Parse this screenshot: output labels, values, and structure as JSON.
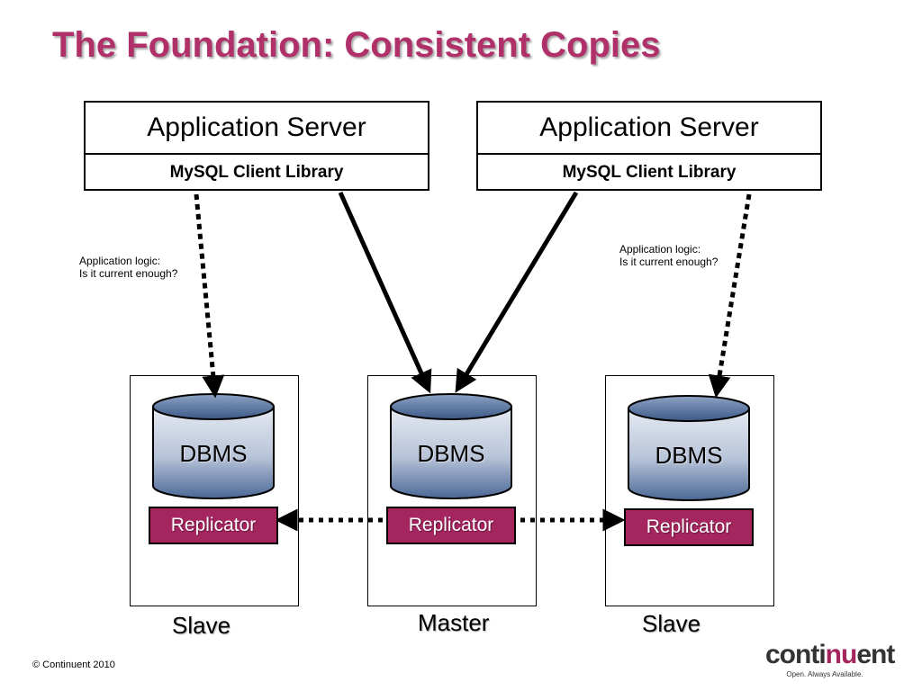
{
  "title": "The Foundation: Consistent Copies",
  "app_servers": [
    {
      "title": "Application Server",
      "library": "MySQL Client Library"
    },
    {
      "title": "Application Server",
      "library": "MySQL Client Library"
    }
  ],
  "notes": [
    {
      "line1": "Application logic:",
      "line2": "Is it current enough?"
    },
    {
      "line1": "Application logic:",
      "line2": "Is it current enough?"
    }
  ],
  "nodes": [
    {
      "dbms": "DBMS",
      "replicator": "Replicator",
      "role": "Slave"
    },
    {
      "dbms": "DBMS",
      "replicator": "Replicator",
      "role": "Master"
    },
    {
      "dbms": "DBMS",
      "replicator": "Replicator",
      "role": "Slave"
    }
  ],
  "footer": "© Continuent 2010",
  "logo": {
    "word_start": "conti",
    "word_accent": "nu",
    "word_end": "ent",
    "tagline": "Open. Always Available."
  },
  "colors": {
    "title": "#b0306a",
    "replicator": "#a5255f",
    "cylinder_top": "#4a6896",
    "cylinder_body": "#c0cadb"
  }
}
